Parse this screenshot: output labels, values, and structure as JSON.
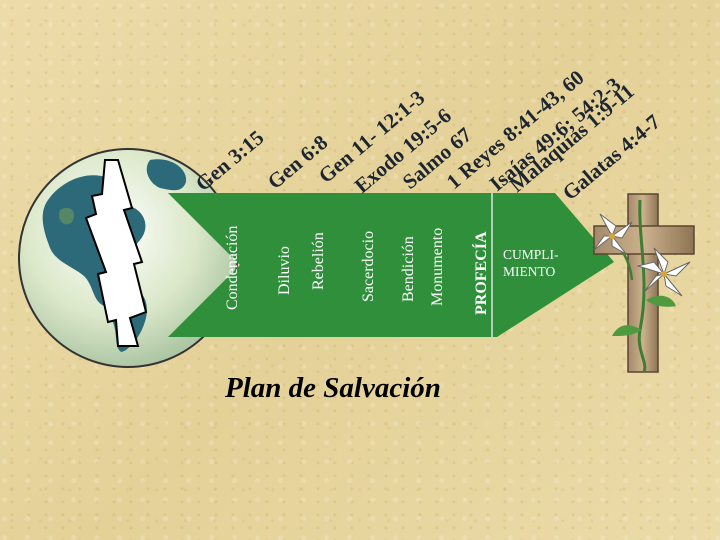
{
  "title": "Plan de Salvación",
  "fulfillment": {
    "line1": "CUMPLI-",
    "line2": "MIENTO"
  },
  "stages": [
    "Condenación",
    "Diluvio",
    "Rebelión",
    "Sacerdocio",
    "Bendición",
    "Monumento",
    "PROFECÍA"
  ],
  "references": [
    "Gen 3:15",
    "Gen 6:8",
    "Gen 11- 12:1-3",
    "Exodo 19:5-6",
    "Salmo 67",
    "1 Reyes 8:41-43, 60",
    "Isaías 49:6; 54:2-3",
    "Malaquías 1:9-11",
    "Galatas 4:4-7"
  ],
  "colors": {
    "arrow": "#2f8f3a",
    "background": "#e9d9a4",
    "text": "#1d2530"
  },
  "icons": [
    "globe-icon",
    "lightning-bolt-icon",
    "cross-with-lilies-icon"
  ]
}
